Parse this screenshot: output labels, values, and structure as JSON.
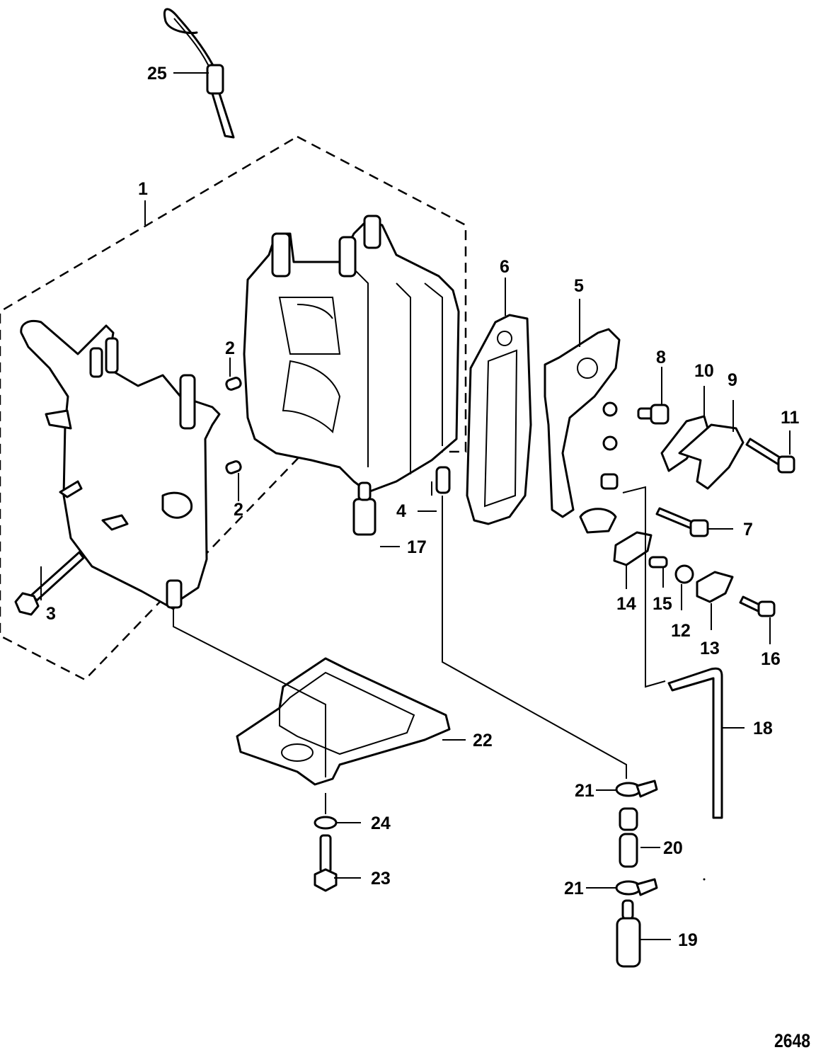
{
  "diagram": {
    "type": "exploded-parts-view",
    "figure_id": "2648",
    "colors": {
      "line": "#000000",
      "background": "#ffffff"
    },
    "callouts": [
      {
        "id": "c1",
        "label": "1",
        "part": "cylinder-block-assembly"
      },
      {
        "id": "c2a",
        "label": "2",
        "part": "dowel-pin-upper"
      },
      {
        "id": "c2b",
        "label": "2",
        "part": "dowel-pin-lower"
      },
      {
        "id": "c3",
        "label": "3",
        "part": "crankcase-bolt"
      },
      {
        "id": "c4",
        "label": "4",
        "part": "fitting"
      },
      {
        "id": "c5",
        "label": "5",
        "part": "exhaust-cover-plate"
      },
      {
        "id": "c6",
        "label": "6",
        "part": "cover-gasket"
      },
      {
        "id": "c7",
        "label": "7",
        "part": "cover-screw"
      },
      {
        "id": "c8",
        "label": "8",
        "part": "plug"
      },
      {
        "id": "c9",
        "label": "9",
        "part": "bracket"
      },
      {
        "id": "c10",
        "label": "10",
        "part": "bracket-gasket"
      },
      {
        "id": "c11",
        "label": "11",
        "part": "bracket-screw"
      },
      {
        "id": "c12",
        "label": "12",
        "part": "washer"
      },
      {
        "id": "c13",
        "label": "13",
        "part": "cover"
      },
      {
        "id": "c14",
        "label": "14",
        "part": "gasket"
      },
      {
        "id": "c15",
        "label": "15",
        "part": "fitting"
      },
      {
        "id": "c16",
        "label": "16",
        "part": "screw"
      },
      {
        "id": "c17",
        "label": "17",
        "part": "fitting"
      },
      {
        "id": "c18",
        "label": "18",
        "part": "hose"
      },
      {
        "id": "c19",
        "label": "19",
        "part": "filter"
      },
      {
        "id": "c20",
        "label": "20",
        "part": "hose"
      },
      {
        "id": "c21a",
        "label": "21",
        "part": "hose-clamp-upper"
      },
      {
        "id": "c21b",
        "label": "21",
        "part": "hose-clamp-lower"
      },
      {
        "id": "c22",
        "label": "22",
        "part": "base-gasket"
      },
      {
        "id": "c23",
        "label": "23",
        "part": "bolt"
      },
      {
        "id": "c24",
        "label": "24",
        "part": "washer"
      },
      {
        "id": "c25",
        "label": "25",
        "part": "dipstick"
      }
    ]
  }
}
